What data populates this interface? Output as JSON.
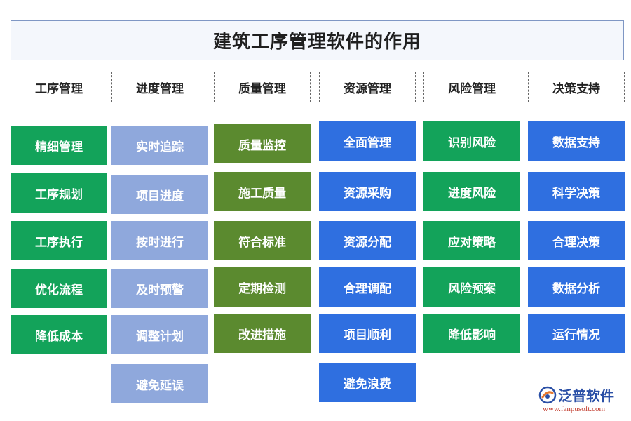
{
  "title": "建筑工序管理软件的作用",
  "columns": [
    {
      "header": "工序管理",
      "items": [
        "精细管理",
        "工序规划",
        "工序执行",
        "优化流程",
        "降低成本"
      ]
    },
    {
      "header": "进度管理",
      "items": [
        "实时追踪",
        "项目进度",
        "按时进行",
        "及时预警",
        "调整计划",
        "避免延误"
      ]
    },
    {
      "header": "质量管理",
      "items": [
        "质量监控",
        "施工质量",
        "符合标准",
        "定期检测",
        "改进措施"
      ]
    },
    {
      "header": "资源管理",
      "items": [
        "全面管理",
        "资源采购",
        "资源分配",
        "合理调配",
        "项目顺利",
        "避免浪费"
      ]
    },
    {
      "header": "风险管理",
      "items": [
        "识别风险",
        "进度风险",
        "应对策略",
        "风险预案",
        "降低影响"
      ]
    },
    {
      "header": "决策支持",
      "items": [
        "数据支持",
        "科学决策",
        "合理决策",
        "数据分析",
        "运行情况"
      ]
    }
  ],
  "colors": {
    "green": "#13a35a",
    "lavender": "#8fa8dc",
    "olive": "#5b8a2f",
    "blue": "#2f6fe0"
  },
  "logo": {
    "name": "泛普软件",
    "url": "www.fanpusoft.com",
    "icon": "fanpu-logo-icon"
  }
}
